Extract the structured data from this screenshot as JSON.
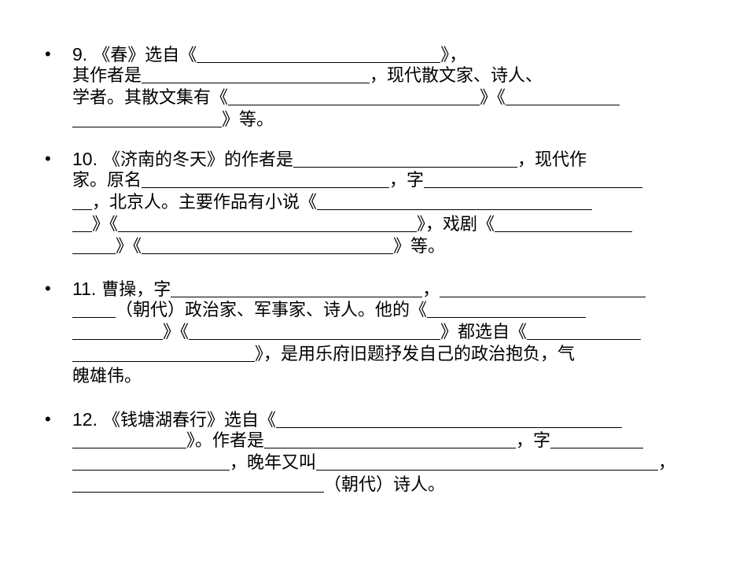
{
  "items": [
    {
      "number": "9.",
      "lines": [
        [
          "《春》选自《",
          "__B310__",
          "》，"
        ],
        [
          "其作者是",
          "__B290__",
          "，现代散文家、诗人、"
        ],
        [
          "学者。其散文集有《",
          "__B320__",
          "》《",
          "__B145__"
        ],
        [
          "__B190__",
          "》等。"
        ]
      ]
    },
    {
      "number": "10.",
      "lines": [
        [
          "《济南的冬天》的作者是",
          "__B285__",
          "，现代作"
        ],
        [
          "家。原名",
          "__B315__",
          "，字",
          "__B278__"
        ],
        [
          "__B25__",
          "，北京人。主要作品有小说《",
          "__B350__"
        ],
        [
          "__B25__",
          "》《",
          "__B380__",
          "》，戏剧《",
          "__B175__"
        ],
        [
          "__B55__",
          "》《",
          "__B320__",
          "》等。"
        ]
      ]
    },
    {
      "number": "11.",
      "lines": [
        [
          "曹操，字",
          "__B320__",
          "，",
          "__B262__"
        ],
        [
          "__B55__",
          "（朝代）政治家、军事家、诗人。他的《",
          "__B202__"
        ],
        [
          "__B115__",
          "》《",
          "__B320__",
          "》都选自《",
          "__B145__"
        ],
        [
          "__B232__",
          "》，是用乐府旧题抒发自己的政治抱负，气"
        ],
        [
          "魄雄伟。"
        ]
      ]
    },
    {
      "number": "12.",
      "lines": [
        [
          "《钱塘湖春行》选自《",
          "__B440__"
        ],
        [
          "__B145__",
          "》。作者是",
          "__B320__",
          "，字",
          "__B118__"
        ],
        [
          "__B200__",
          "，晚年又叫",
          "__B435__",
          "，"
        ],
        [
          "__B320__",
          "（朝代）诗人。"
        ]
      ]
    }
  ],
  "bullet_glyph": "•"
}
